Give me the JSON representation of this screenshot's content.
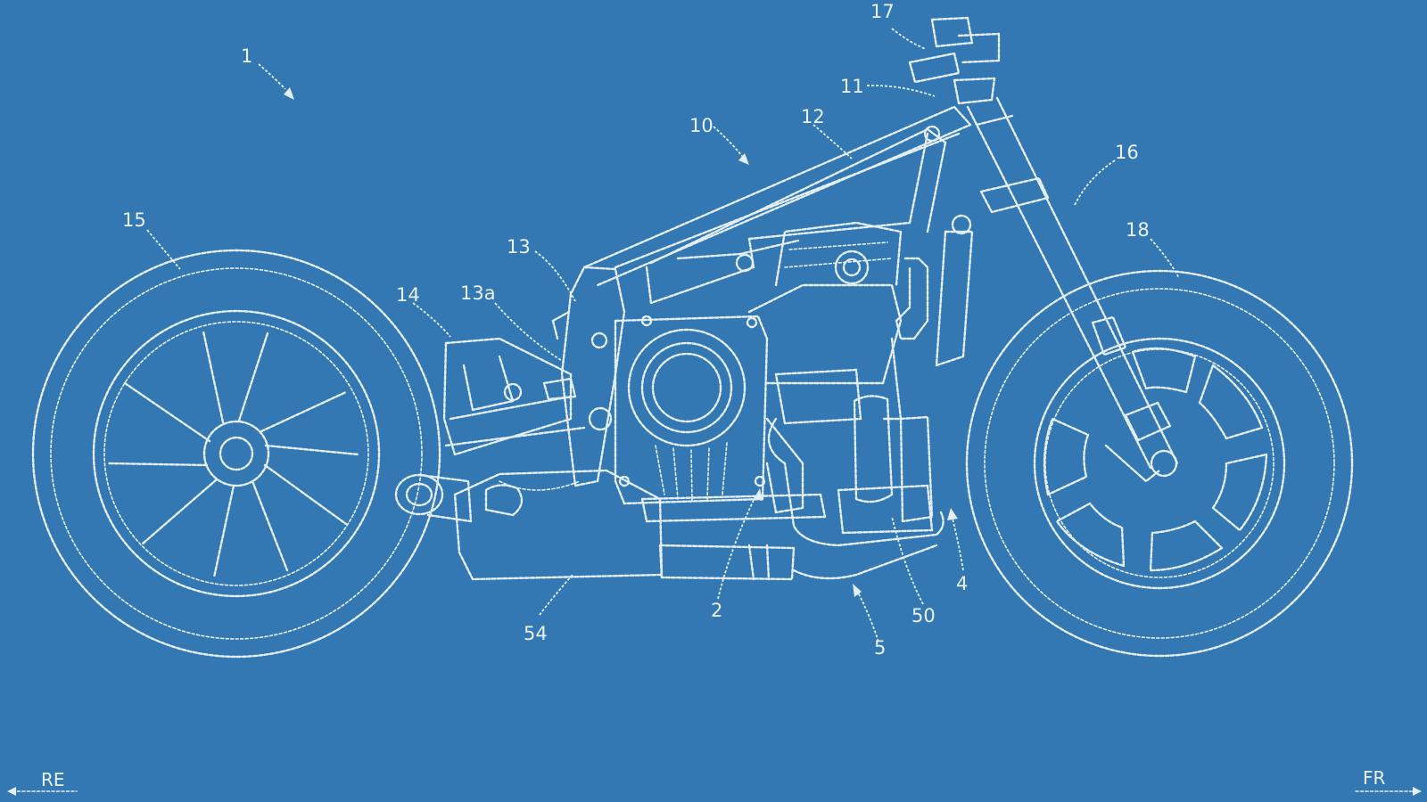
{
  "labels": {
    "l1": "1",
    "l2": "2",
    "l4": "4",
    "l5": "5",
    "l10": "10",
    "l11": "11",
    "l12": "12",
    "l13": "13",
    "l13a": "13a",
    "l14": "14",
    "l15": "15",
    "l16": "16",
    "l17": "17",
    "l18": "18",
    "l50": "50",
    "l54": "54"
  },
  "directions": {
    "rear": "RE",
    "front": "FR"
  },
  "colors": {
    "background": "#3478b3",
    "line": "#e4eef8"
  }
}
